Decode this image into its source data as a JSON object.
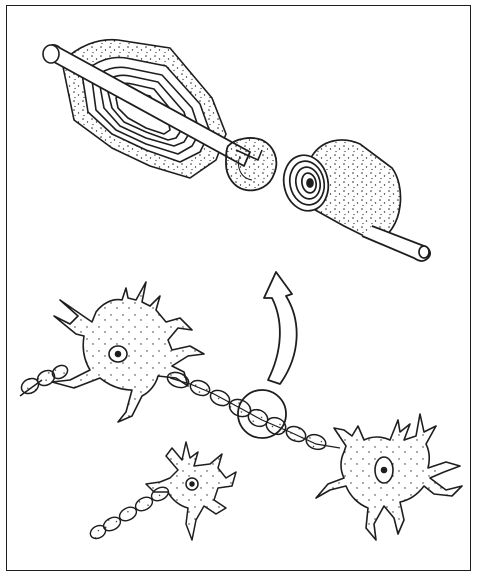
{
  "diagram": {
    "kind": "myelinated-neuron-illustration",
    "colors": {
      "ink": "#1e1e1e",
      "paper": "#ffffff",
      "stipple": "#2a2a2a"
    },
    "parts": [
      "myelin-sheath-unrolled",
      "axon-cut-end",
      "myelinated-axon-segment-crosssection",
      "magnify-arrow",
      "neuron-cell-body-left",
      "neuron-cell-body-right",
      "neuron-cell-body-small",
      "myelinated-axon-chain",
      "magnify-circle"
    ]
  }
}
